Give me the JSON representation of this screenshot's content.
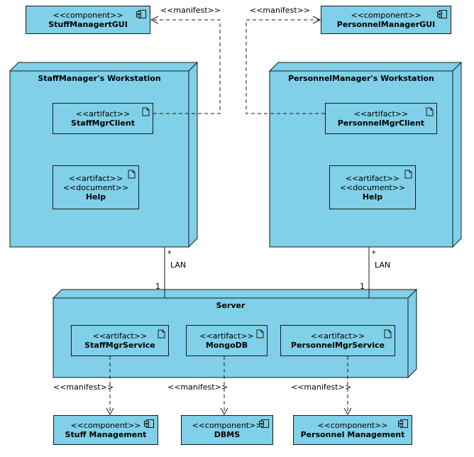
{
  "colors": {
    "fill": "#7FD0E8",
    "border": "#1A1A1A",
    "background": "#FFFFFF"
  },
  "labels": {
    "manifest": "<<manifest>>",
    "lan": "LAN",
    "multiplicity_many": "*",
    "multiplicity_one": "1"
  },
  "top_components": {
    "stuff_gui": {
      "stereotype": "<<component>>",
      "name": "StuffManagertGUI"
    },
    "personnel_gui": {
      "stereotype": "<<component>>",
      "name": "PersonnelManagerGUI"
    }
  },
  "workstations": {
    "staff": {
      "title": "StaffManager's Workstation",
      "client": {
        "stereotype": "<<artifact>>",
        "name": "StaffMgrClient"
      },
      "help": {
        "stereotype": "<<artifact>>",
        "stereotype2": "<<document>>",
        "name": "Help"
      }
    },
    "personnel": {
      "title": "PersonnelManager's Workstation",
      "client": {
        "stereotype": "<<artifact>>",
        "name": "PersonnelMgrClient"
      },
      "help": {
        "stereotype": "<<artifact>>",
        "stereotype2": "<<document>>",
        "name": "Help"
      }
    }
  },
  "server": {
    "title": "Server",
    "staff_service": {
      "stereotype": "<<artifact>>",
      "name": "StaffMgrService"
    },
    "mongodb": {
      "stereotype": "<<artifact>>",
      "name": "MongoDB"
    },
    "personnel_service": {
      "stereotype": "<<artifact>>",
      "name": "PersonnelMgrService"
    }
  },
  "bottom_components": {
    "stuff_mgmt": {
      "stereotype": "<<component>>",
      "name": "Stuff Management"
    },
    "dbms": {
      "stereotype": "<<component>>",
      "name": "DBMS"
    },
    "personnel_mgmt": {
      "stereotype": "<<component>>",
      "name": "Personnel Management"
    }
  }
}
